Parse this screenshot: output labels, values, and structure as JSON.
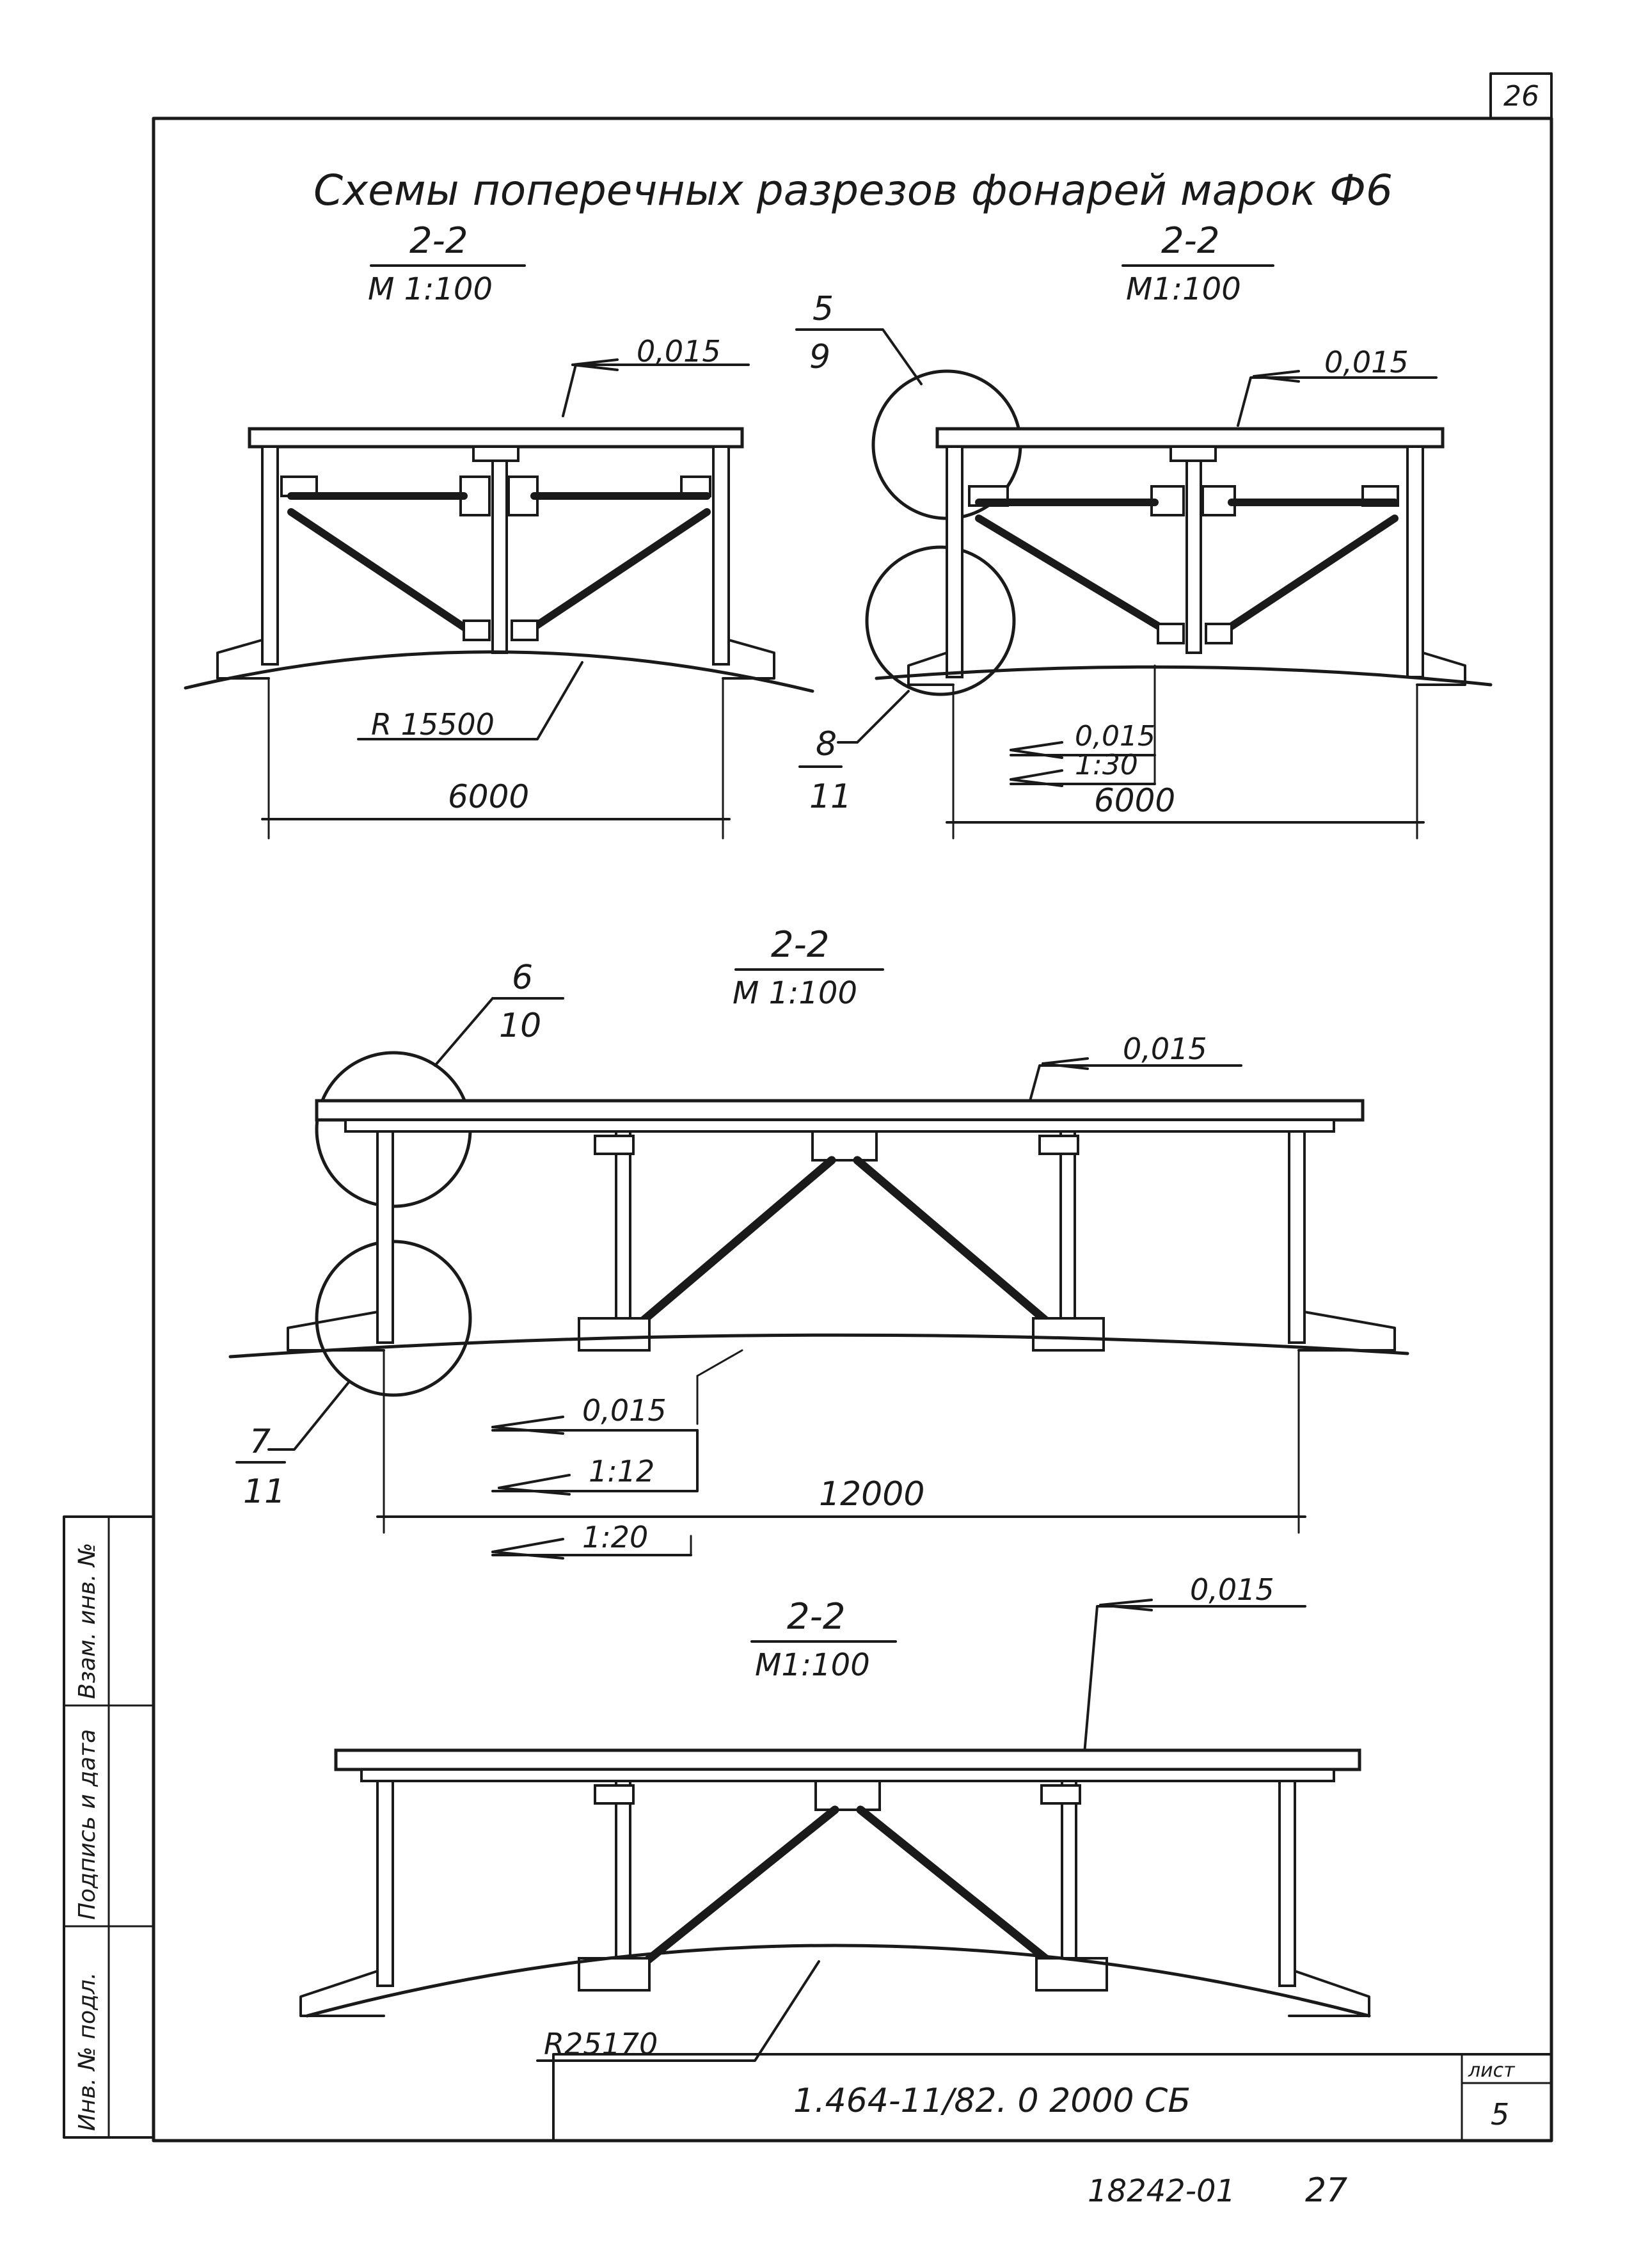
{
  "sheet": {
    "page_number_top": "26",
    "title": "Схемы поперечных разрезов фонарей марок Ф6",
    "doc_code": "1.464-11/82. 0 2000 СБ",
    "sheet_label": "лист",
    "sheet_number": "5",
    "archive_number": "18242-01",
    "archive_page": "27"
  },
  "side_stamp": {
    "cells": [
      "Инв. № подл.",
      "Подпись и дата",
      "Взам. инв. №"
    ]
  },
  "sections": {
    "top_left": {
      "label": "2-2",
      "scale": "М 1:100",
      "slope": "0,015",
      "radius": "R 15500",
      "span": "6000"
    },
    "top_right": {
      "label": "2-2",
      "scale": "М1:100",
      "slope": "0,015",
      "slope_bottom_1": "0,015",
      "slope_bottom_2": "1:30",
      "span": "6000",
      "callout_a_num": "5",
      "callout_a_den": "9",
      "callout_b_num": "8",
      "callout_b_den": "11"
    },
    "middle": {
      "label": "2-2",
      "scale": "М 1:100",
      "slope": "0,015",
      "slope_bottom_1": "0,015",
      "slope_bottom_2": "1:12",
      "slope_bottom_3": "1:20",
      "span": "12000",
      "callout_a_num": "6",
      "callout_a_den": "10",
      "callout_b_num": "7",
      "callout_b_den": "11"
    },
    "bottom": {
      "label": "2-2",
      "scale": "М1:100",
      "slope": "0,015",
      "radius": "R25170"
    }
  }
}
